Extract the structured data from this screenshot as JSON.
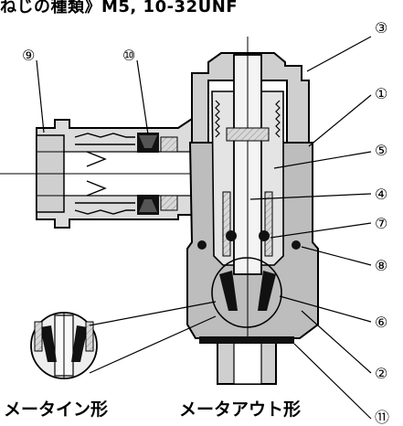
{
  "title": "ねじの種類》M5, 10-32UNF",
  "callouts": [
    "⑨",
    "⑩",
    "③",
    "①",
    "⑤",
    "④",
    "⑦",
    "⑧",
    "⑥",
    "②",
    "⑪"
  ],
  "captions": {
    "meter_in": "メータイン形",
    "meter_out": "メータアウト形"
  },
  "colors": {
    "line": "#000000",
    "fill_light": "#dcdcdc",
    "fill_mid": "#a8a8a8",
    "fill_dark": "#1a1a1a"
  }
}
